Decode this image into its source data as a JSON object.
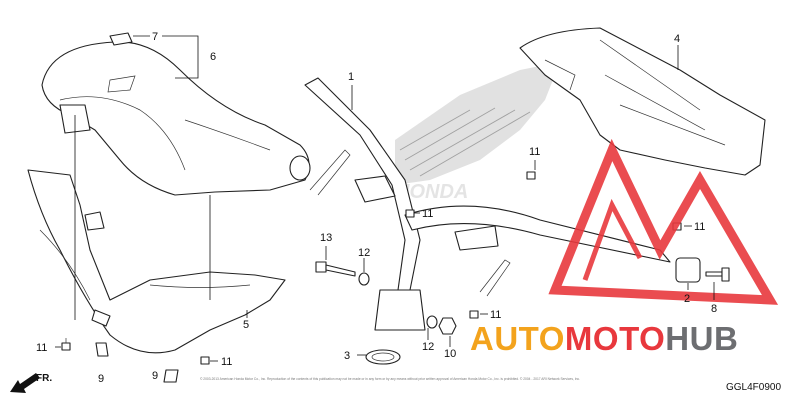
{
  "callouts": {
    "c1": "1",
    "c2": "2",
    "c3": "3",
    "c4": "4",
    "c5": "5",
    "c6": "6",
    "c7": "7",
    "c8": "8",
    "c9a": "9",
    "c9b": "9",
    "c10": "10",
    "c11a": "11",
    "c11b": "11",
    "c11c": "11",
    "c11d": "11",
    "c11e": "11",
    "c11f": "11",
    "c12a": "12",
    "c12b": "12",
    "c13": "13"
  },
  "watermark": {
    "brand_word": "HONDA",
    "logo_prefix": "AUTO",
    "logo_middle": "MOTO",
    "logo_suffix": "HUB"
  },
  "front_indicator": "FR.",
  "diagram_code": "GGL4F0900",
  "copyright": "© 2003-2013 American Honda Motor Co., Inc. Reproduction of the contents of this publication may not be made or in any form or by any means without prior written approval of American Honda Motor Co., Inc. is prohibited. © 2004 - 2017 ARI Network Services, Inc.",
  "colors": {
    "logo_red": "#e8383d",
    "logo_orange": "#f3a31d",
    "logo_grey": "#6d6e71",
    "honda_pattern": "#b8b8b8"
  }
}
